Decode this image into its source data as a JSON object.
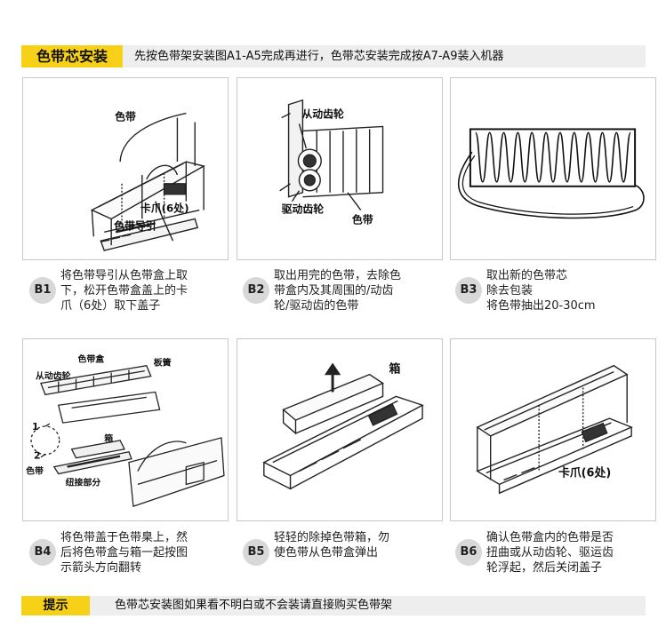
{
  "header": {
    "tag": "色带芯安装",
    "instruction": "先按色带架安装图A1-A5完成再进行，色带芯安装完成按A7-A9装入机器"
  },
  "panels": [
    {
      "id": "B1",
      "labels": [
        "色带",
        "卡爪(6处)",
        "色带导引"
      ],
      "text": "将色带导引从色带盒上取\n下，松开色带盒盖上的卡\n爪（6处）取下盖子"
    },
    {
      "id": "B2",
      "labels": [
        "从动齿轮",
        "驱动齿轮",
        "色带"
      ],
      "text": "取出用完的色带，去除色\n带盒内及其周围的/动齿\n轮/驱动齿的色带"
    },
    {
      "id": "B3",
      "labels": [],
      "text": "取出新的色带芯\n除去包装\n将色带抽出20-30cm"
    },
    {
      "id": "B4",
      "labels": [
        "色带盒",
        "板簧",
        "从动齿轮",
        "1",
        "2",
        "箱",
        "色带",
        "纽接部分"
      ],
      "text": "将色带盖于色带臬上，然\n后将色带盒与箱一起按图\n示箭头方向翻转"
    },
    {
      "id": "B5",
      "labels": [
        "箱"
      ],
      "text": "轻轻的除掉色带箱，勿\n使色带从色带盒弹出"
    },
    {
      "id": "B6",
      "labels": [
        "卡爪(6处)"
      ],
      "text": "确认色带盒内的色带是否\n扭曲或从动齿轮、驱运齿\n轮浮起，然后关闭盖子"
    }
  ],
  "footer": {
    "tag": "提示",
    "text": "色带芯安装图如果看不明白或不会装请直接购买色带架"
  },
  "colors": {
    "accent": "#f7d117",
    "bar": "#eeeeee",
    "badge": "#d8d8d8"
  }
}
